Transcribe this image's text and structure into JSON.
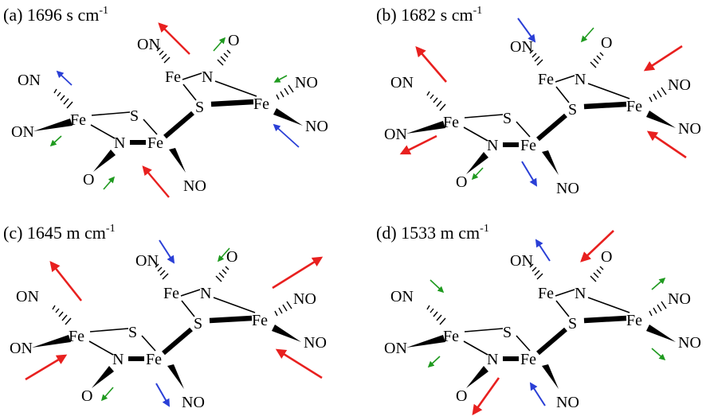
{
  "panels": [
    {
      "id": "a",
      "title": "(a) 1696 s cm",
      "sup": "-1"
    },
    {
      "id": "b",
      "title": "(b) 1682 s cm",
      "sup": "-1"
    },
    {
      "id": "c",
      "title": "(c) 1645 m cm",
      "sup": "-1"
    },
    {
      "id": "d",
      "title": "(d) 1533 m cm",
      "sup": "-1"
    }
  ],
  "labels": {
    "fe": "Fe",
    "s": "S",
    "n": "N",
    "o": "O",
    "no": "NO",
    "on": "ON"
  },
  "colors": {
    "red": "#e8201f",
    "blue": "#2a3fd6",
    "green": "#1f9a1f",
    "bond": "#000000"
  }
}
